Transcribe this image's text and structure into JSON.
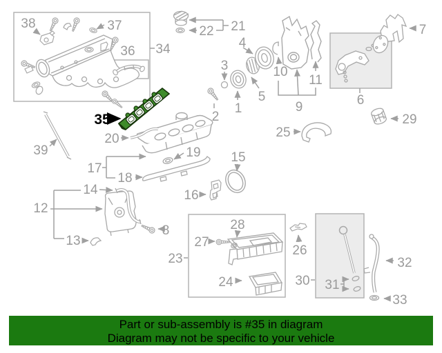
{
  "diagram": {
    "highlighted_part": "35",
    "labels": {
      "n1": "1",
      "n2": "2",
      "n3": "3",
      "n4": "4",
      "n5": "5",
      "n6": "6",
      "n7": "7",
      "n8": "8",
      "n9": "9",
      "n10": "10",
      "n11": "11",
      "n12": "12",
      "n13": "13",
      "n14": "14",
      "n15": "15",
      "n16": "16",
      "n17": "17",
      "n18": "18",
      "n19": "19",
      "n20": "20",
      "n21": "21",
      "n22": "22",
      "n23": "23",
      "n24": "24",
      "n25": "25",
      "n26": "26",
      "n27": "27",
      "n28": "28",
      "n29": "29",
      "n30": "30",
      "n31": "31",
      "n32": "32",
      "n33": "33",
      "n34": "34",
      "n35": "35",
      "n36": "36",
      "n37": "37",
      "n38": "38",
      "n39": "39"
    }
  },
  "banner": {
    "line1": "Part or sub-assembly is #35 in diagram",
    "line2": "Diagram may not be specific to your vehicle",
    "background_color": "#1b7a10",
    "text_color": "#000000"
  },
  "colors": {
    "diagram_line_gray": "#a8a8a8",
    "label_gray": "#9a9a9a",
    "highlight_green_fill": "#3e8b2a",
    "highlight_green_dark": "#16350a",
    "shaded_box_fill": "#ececec",
    "background": "#ffffff"
  }
}
